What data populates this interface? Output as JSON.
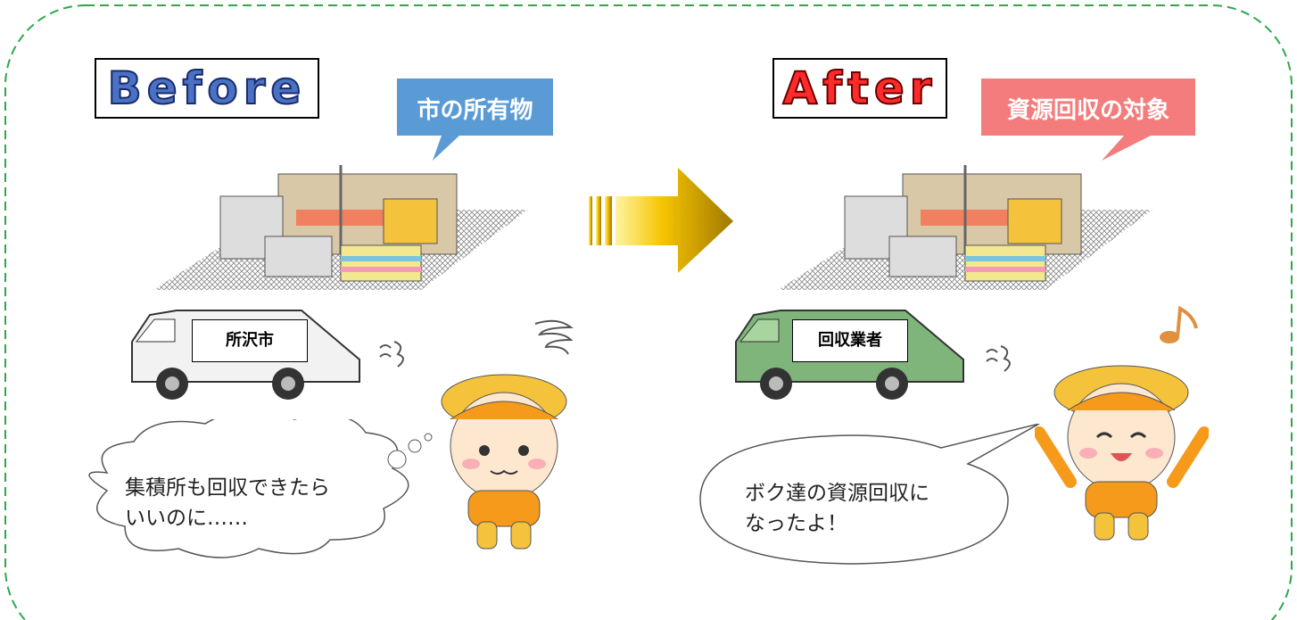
{
  "before": {
    "title": "Before",
    "title_color": "#4a72c4",
    "bubble_text": "市の所有物",
    "bubble_color": "#5b9bd5",
    "truck_label": "所沢市",
    "speech_line1": "集積所も回収できたら",
    "speech_line2": "いいのに……"
  },
  "after": {
    "title": "After",
    "title_color": "#ff2a2a",
    "bubble_text": "資源回収の対象",
    "bubble_color": "#f47c7c",
    "truck_label": "回収業者",
    "speech_line1": "ボク達の資源回収に",
    "speech_line2": "なったよ！"
  },
  "arrow_color": "#e0a800",
  "frame_color": "#2ea84a"
}
